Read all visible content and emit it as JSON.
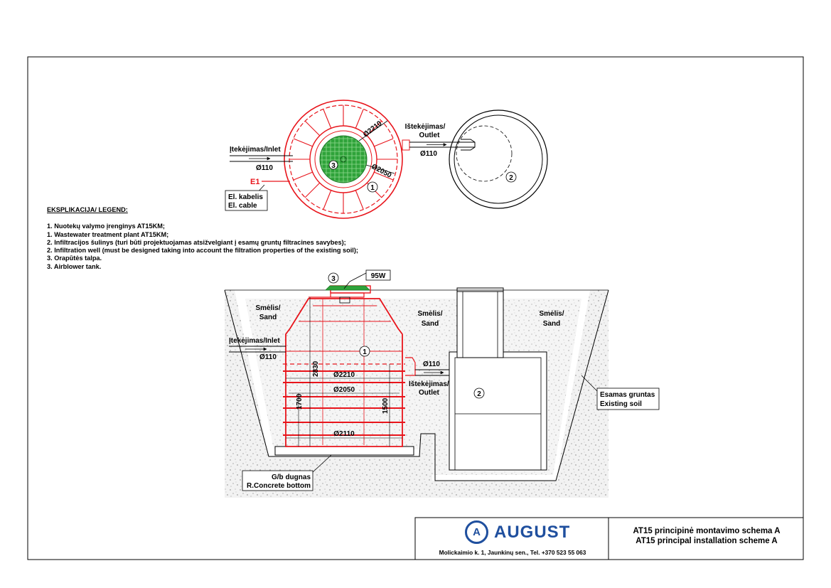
{
  "colors": {
    "line": "#000000",
    "tank_red": "#e8141b",
    "lid_green": "#2fa33a",
    "brand_blue": "#1f4f9e",
    "dim_blue": "#2a3fbf"
  },
  "legend": {
    "title": "EKSPLIKACIJA/ LEGEND:",
    "items": [
      "1. Nuotekų valymo įrenginys AT15KM;",
      "1. Wastewater treatment plant AT15KM;",
      "2. Infiltracijos šulinys (turi būti projektuojamas atsižvelgiant į esamų gruntų filtracines savybes);",
      "2. Infiltration well (must be designed taking into account the filtration properties of the existing soil);",
      "3. Orapūtės talpa.",
      "3. Airblower tank."
    ]
  },
  "plan_view": {
    "inlet_label": "Įtekėjimas/Inlet",
    "inlet_dia": "Ø110",
    "outlet_label_lt": "Ištekėjimas/",
    "outlet_label_en": "Outlet",
    "outlet_dia": "Ø110",
    "dia_outer": "Ø2210",
    "dia_inner": "Ø2050",
    "cable_code": "E1",
    "cable_lt": "El. kabelis",
    "cable_en": "El. cable",
    "tag_1": "1",
    "tag_2": "2",
    "tag_3": "3"
  },
  "section_view": {
    "tag_3": "3",
    "blower_model": "95W",
    "sand_1_lt": "Smėlis/",
    "sand_1_en": "Sand",
    "sand_2_lt": "Smėlis/",
    "sand_2_en": "Sand",
    "sand_3_lt": "Smėlis/",
    "sand_3_en": "Sand",
    "inlet_label": "Įtekėjimas/Inlet",
    "inlet_dia": "Ø110",
    "outlet_dia": "Ø110",
    "outlet_label_lt": "Ištekėjimas/",
    "outlet_label_en": "Outlet",
    "tag_1": "1",
    "tag_2": "2",
    "dim_height_total": "2830",
    "dim_dia_outer": "Ø2210",
    "dim_dia_inner": "Ø2050",
    "dim_height_left": "1700",
    "dim_height_right": "1500",
    "dim_dia_base": "Ø2110",
    "soil_lt": "Esamas gruntas",
    "soil_en": "Existing soil",
    "bottom_lt": "G/b dugnas",
    "bottom_en": "R.Concrete bottom"
  },
  "title_block": {
    "logo_mark": "A",
    "brand": "AUGUST",
    "address": "Molickaimio k. 1, Jaunkinų sen., Tel. +370 523 55 063",
    "title_lt": "AT15 principinė montavimo schema A",
    "title_en": "AT15 principal installation scheme A"
  }
}
